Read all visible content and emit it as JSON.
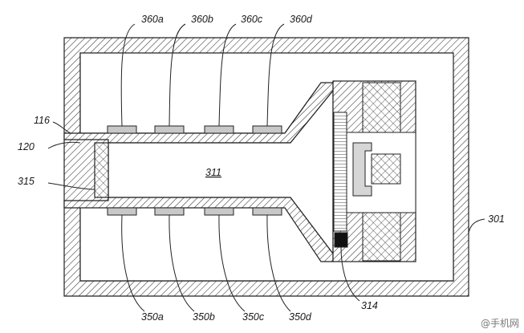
{
  "diagram": {
    "labels": {
      "sensor_top": [
        "360a",
        "360b",
        "360c",
        "360d"
      ],
      "sensor_bottom": [
        "350a",
        "350b",
        "350c",
        "350d"
      ],
      "l116": "116",
      "l120": "120",
      "l315": "315",
      "l311": "311",
      "l301": "301",
      "l314": "314"
    },
    "watermark": "@手机网"
  }
}
